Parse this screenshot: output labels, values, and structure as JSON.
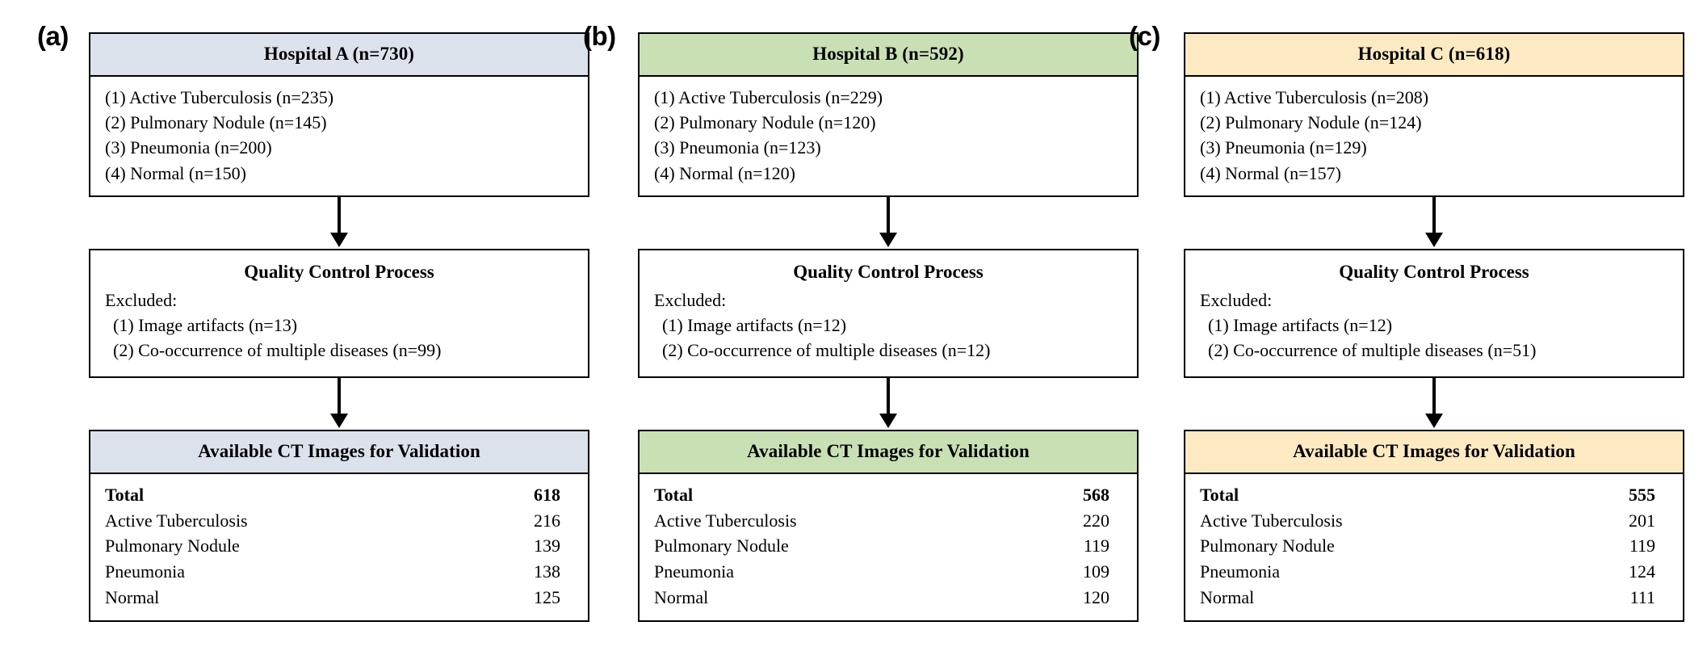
{
  "figure": {
    "type": "flowchart",
    "description": "Three-panel patient/CT image selection flowchart for Hospitals A, B and C"
  },
  "panels": [
    {
      "label": "(a)",
      "accent_color": "#dce2ec",
      "header": "Hospital A (n=730)",
      "cohort": [
        "(1) Active Tuberculosis (n=235)",
        "(2) Pulmonary Nodule (n=145)",
        "(3) Pneumonia (n=200)",
        "(4) Normal (n=150)"
      ],
      "qc_title": "Quality Control Process",
      "qc_excluded_label": "Excluded:",
      "qc_excluded": [
        "(1) Image artifacts (n=13)",
        "(2) Co-occurrence of multiple diseases (n=99)"
      ],
      "results_header": "Available CT Images for Validation",
      "results": [
        {
          "label": "Total",
          "value": "618"
        },
        {
          "label": "Active Tuberculosis",
          "value": "216"
        },
        {
          "label": "Pulmonary Nodule",
          "value": "139"
        },
        {
          "label": "Pneumonia",
          "value": "138"
        },
        {
          "label": "Normal",
          "value": "125"
        }
      ]
    },
    {
      "label": "(b)",
      "accent_color": "#c9e0b5",
      "header": "Hospital B (n=592)",
      "cohort": [
        "(1) Active Tuberculosis (n=229)",
        "(2) Pulmonary Nodule (n=120)",
        "(3) Pneumonia (n=123)",
        "(4) Normal (n=120)"
      ],
      "qc_title": "Quality Control Process",
      "qc_excluded_label": "Excluded:",
      "qc_excluded": [
        "(1) Image artifacts (n=12)",
        "(2) Co-occurrence of multiple diseases (n=12)"
      ],
      "results_header": "Available CT Images for Validation",
      "results": [
        {
          "label": "Total",
          "value": "568"
        },
        {
          "label": "Active Tuberculosis",
          "value": "220"
        },
        {
          "label": "Pulmonary Nodule",
          "value": "119"
        },
        {
          "label": "Pneumonia",
          "value": "109"
        },
        {
          "label": "Normal",
          "value": "120"
        }
      ]
    },
    {
      "label": "(c)",
      "accent_color": "#fdeac2",
      "header": "Hospital C  (n=618)",
      "cohort": [
        "(1) Active Tuberculosis (n=208)",
        "(2) Pulmonary Nodule (n=124)",
        "(3) Pneumonia (n=129)",
        "(4) Normal (n=157)"
      ],
      "qc_title": "Quality Control Process",
      "qc_excluded_label": "Excluded:",
      "qc_excluded": [
        "(1) Image artifacts (n=12)",
        "(2) Co-occurrence of multiple diseases (n=51)"
      ],
      "results_header": "Available CT Images for Validation",
      "results": [
        {
          "label": "Total",
          "value": "555"
        },
        {
          "label": "Active Tuberculosis",
          "value": "201"
        },
        {
          "label": "Pulmonary Nodule",
          "value": "119"
        },
        {
          "label": "Pneumonia",
          "value": "124"
        },
        {
          "label": "Normal",
          "value": "111"
        }
      ]
    }
  ]
}
